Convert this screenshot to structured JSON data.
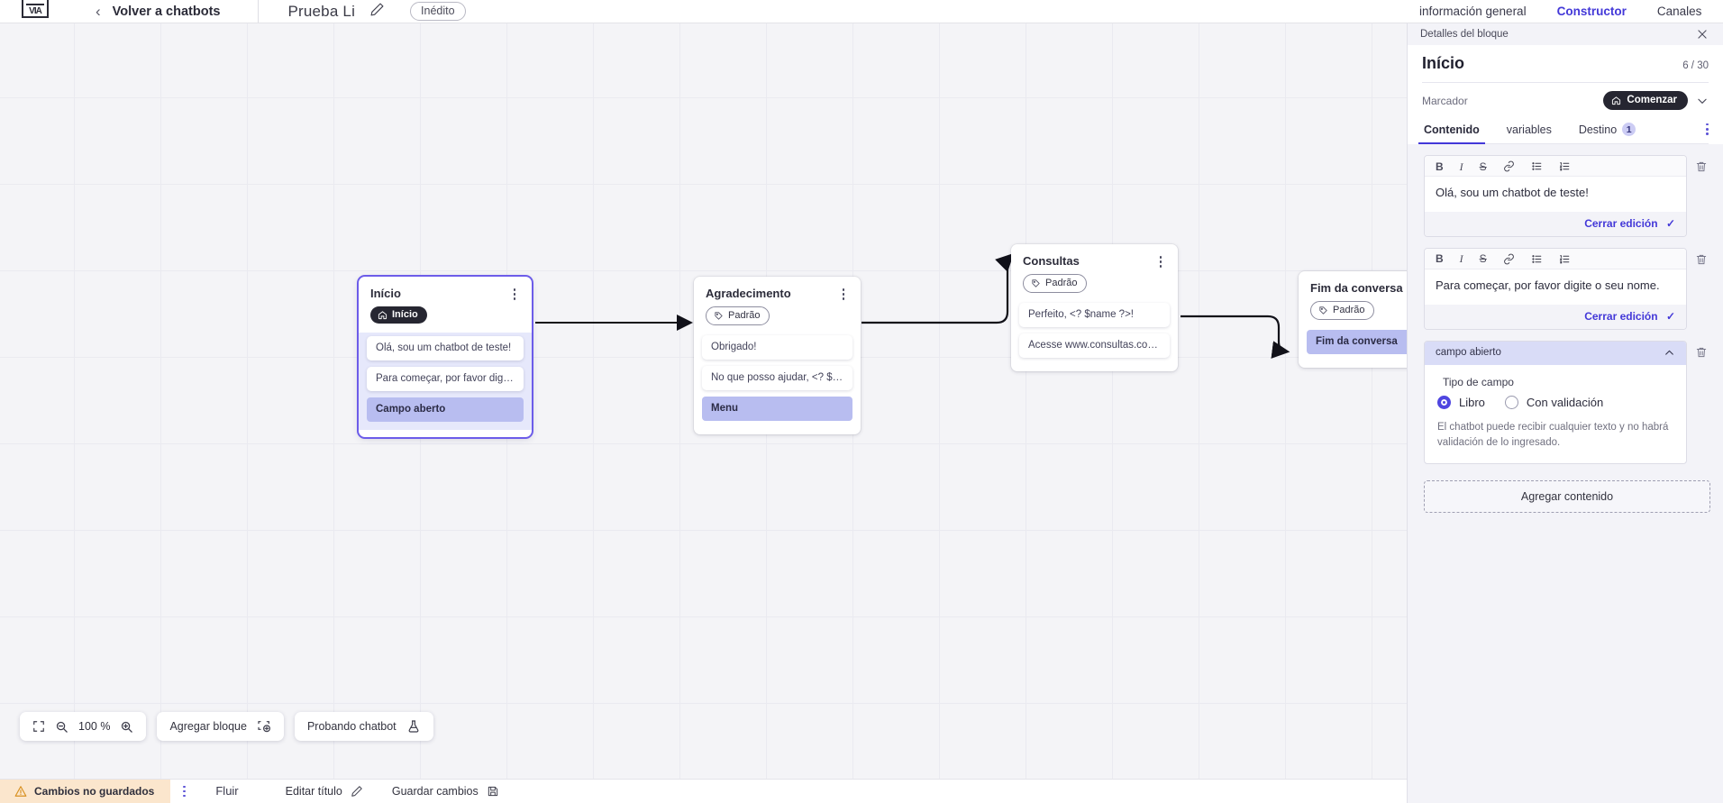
{
  "header": {
    "logo_name": "via-logo",
    "back_label": "Volver a chatbots",
    "bot_title": "Prueba Li",
    "status_badge": "Inédito"
  },
  "right_tabs": [
    {
      "label": "información general",
      "active": false
    },
    {
      "label": "Constructor",
      "active": true
    },
    {
      "label": "Canales",
      "active": false
    }
  ],
  "canvas": {
    "nodes": [
      {
        "title": "Início",
        "tag": "Início",
        "tag_style": "dark",
        "tag_icon": "home-icon",
        "selected": true,
        "messages": [
          "Olá, sou um chatbot de teste!",
          "Para começar, por favor digite o ..."
        ],
        "field": "Campo aberto"
      },
      {
        "title": "Agradecimento",
        "tag": "Padrão",
        "tag_style": "outline",
        "tag_icon": "tag-icon",
        "selected": false,
        "messages": [
          "Obrigado!",
          "No que posso ajudar, <? $name ..."
        ],
        "field": "Menu"
      },
      {
        "title": "Consultas",
        "tag": "Padrão",
        "tag_style": "outline",
        "tag_icon": "tag-icon",
        "selected": false,
        "messages": [
          "Perfeito, <? $name ?>!",
          "Acesse www.consultas.com par..."
        ],
        "field": null
      },
      {
        "title": "Fim da conversa",
        "tag": "Padrão",
        "tag_style": "outline",
        "tag_icon": "tag-icon",
        "selected": false,
        "messages": [],
        "field": "Fim da conversa"
      }
    ]
  },
  "float_toolbar": {
    "fit_icon": "fit-screen-icon",
    "zoom_out_icon": "zoom-out-icon",
    "zoom_level": "100 %",
    "zoom_in_icon": "zoom-in-icon",
    "add_block": "Agregar bloque",
    "add_block_icon": "add-block-icon",
    "test_bot": "Probando chatbot",
    "test_bot_icon": "flask-icon"
  },
  "status_bar": {
    "unsaved": "Cambios no guardados",
    "warning_icon": "warning-icon",
    "kebab_icon": "kebab-icon",
    "tab_flow": "Fluir",
    "edit_title": "Editar título",
    "edit_title_icon": "pencil-icon",
    "save_changes": "Guardar cambios",
    "save_icon": "save-disk-icon"
  },
  "panel": {
    "head_label": "Detalles del bloque",
    "close_icon": "close-icon",
    "block_title": "Início",
    "counter": "6 / 30",
    "marker_label": "Marcador",
    "marker_chip": "Comenzar",
    "marker_chip_icon": "home-icon",
    "marker_chevron_icon": "chevron-down-icon",
    "tabs": [
      {
        "label": "Contenido",
        "active": true,
        "badge": null
      },
      {
        "label": "variables",
        "active": false,
        "badge": null
      },
      {
        "label": "Destino",
        "active": false,
        "badge": "1"
      }
    ],
    "tabs_kebab_icon": "kebab-icon",
    "editor_toolbar": [
      "B",
      "I",
      "S",
      "link-icon",
      "bullet-list-icon",
      "numbered-list-icon"
    ],
    "close_edit_label": "Cerrar edición",
    "close_edit_icon": "check-icon",
    "trash_icon": "trash-icon",
    "blocks": [
      {
        "text": "Olá, sou um chatbot de teste!"
      },
      {
        "text": "Para começar, por favor digite o seu nome."
      }
    ],
    "open_field": {
      "header": "campo abierto",
      "chevron_icon": "chevron-up-icon",
      "field_type_label": "Tipo de campo",
      "option_free": "Libro",
      "option_validated": "Con validación",
      "selected": "Libro",
      "hint": "El chatbot puede recibir cualquier texto y no habrá validación de lo ingresado."
    },
    "add_content": "Agregar contenido",
    "cursor_icon": "pointer-hand-cursor"
  },
  "colors": {
    "accent": "#4338d8",
    "selected_node": "#b8bdf0",
    "warning_bg": "#fbe6cd",
    "dark_chip": "#262631"
  }
}
